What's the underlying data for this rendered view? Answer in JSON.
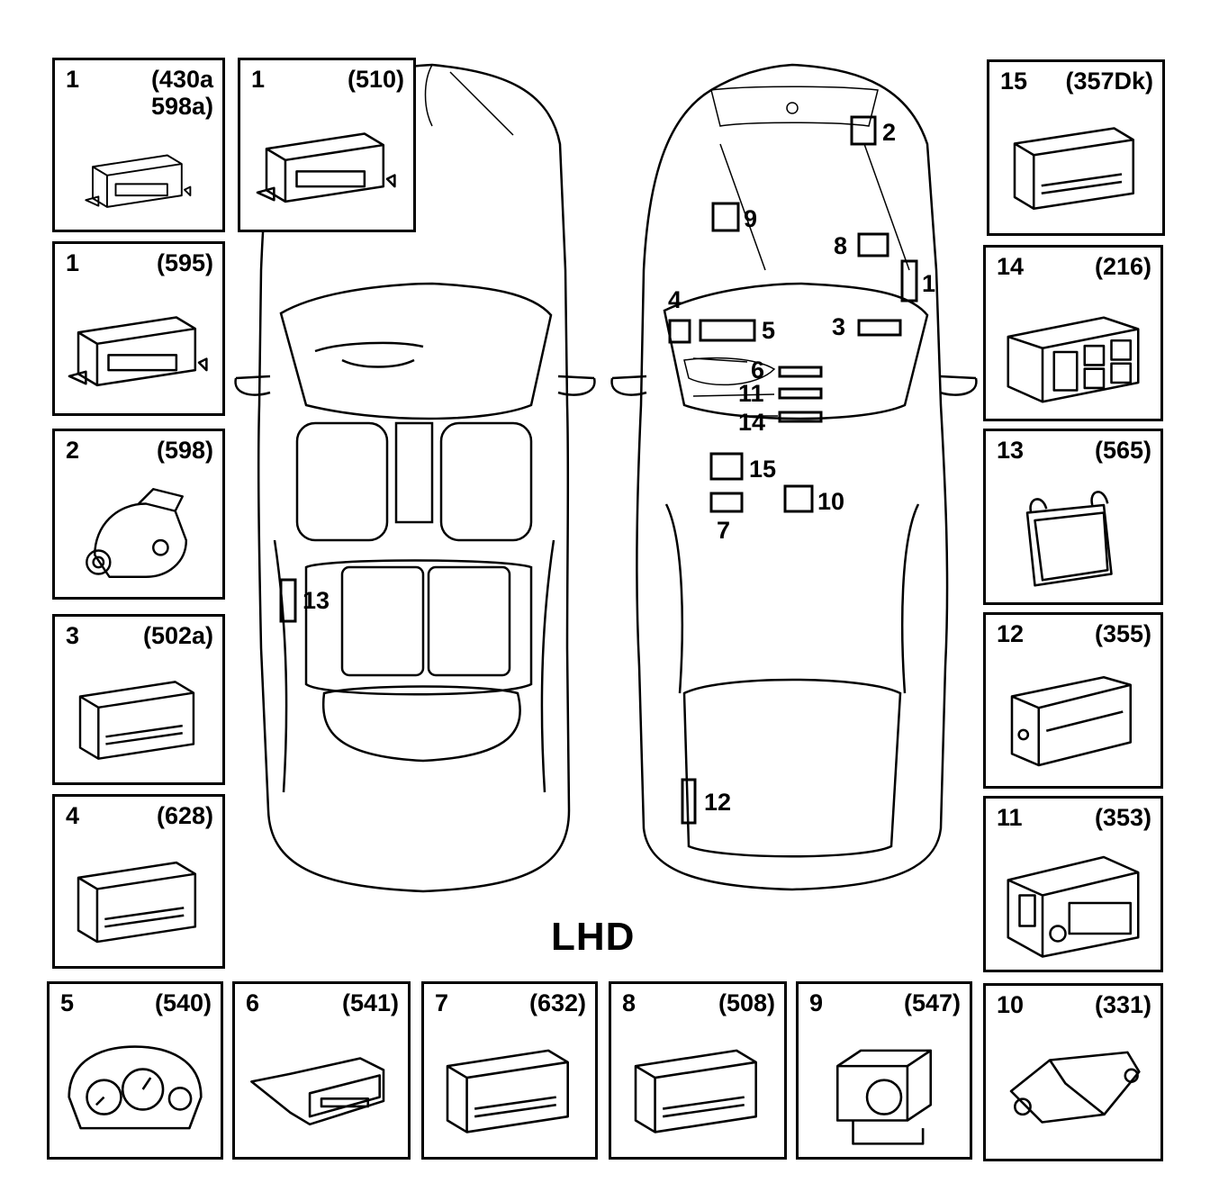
{
  "caption": "LHD",
  "panels": [
    {
      "num": "1",
      "code": "(430a\n598a)",
      "icon": "ecu-icon"
    },
    {
      "num": "1",
      "code": "(510)",
      "icon": "ecu-icon"
    },
    {
      "num": "1",
      "code": "(595)",
      "icon": "ecu-icon"
    },
    {
      "num": "2",
      "code": "(598)",
      "icon": "injection-pump-icon"
    },
    {
      "num": "3",
      "code": "(502a)",
      "icon": "control-box-icon"
    },
    {
      "num": "4",
      "code": "(628)",
      "icon": "control-box-icon"
    },
    {
      "num": "5",
      "code": "(540)",
      "icon": "instrument-cluster-icon"
    },
    {
      "num": "6",
      "code": "(541)",
      "icon": "display-unit-icon"
    },
    {
      "num": "7",
      "code": "(632)",
      "icon": "control-box-icon"
    },
    {
      "num": "8",
      "code": "(508)",
      "icon": "control-box-icon"
    },
    {
      "num": "9",
      "code": "(547)",
      "icon": "abs-unit-icon"
    },
    {
      "num": "10",
      "code": "(331)",
      "icon": "airbag-module-icon"
    },
    {
      "num": "11",
      "code": "(353)",
      "icon": "radio-icon"
    },
    {
      "num": "12",
      "code": "(355)",
      "icon": "cd-changer-icon"
    },
    {
      "num": "13",
      "code": "(565)",
      "icon": "bracket-module-icon"
    },
    {
      "num": "14",
      "code": "(216)",
      "icon": "climate-panel-icon"
    },
    {
      "num": "15",
      "code": "(357Dk)",
      "icon": "control-box-icon"
    }
  ],
  "callouts": [
    "1",
    "2",
    "3",
    "4",
    "5",
    "6",
    "7",
    "8",
    "9",
    "10",
    "11",
    "12",
    "13",
    "14",
    "15"
  ]
}
